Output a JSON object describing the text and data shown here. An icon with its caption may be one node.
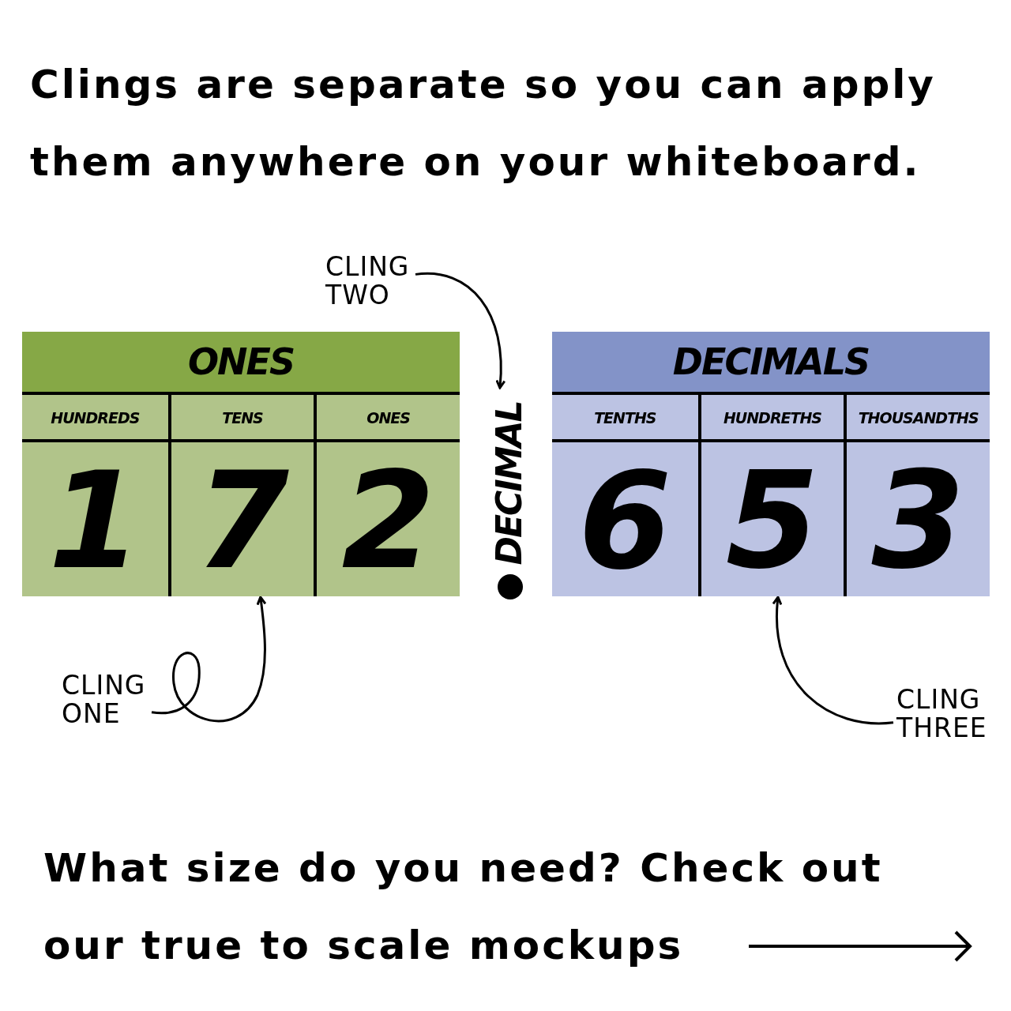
{
  "diagram": {
    "title": "Clings are separate so you can apply them anywhere on your whiteboard.",
    "caption": "What size do you need? Check out our true to scale mockups",
    "nodes": [
      {
        "text": [
          "ONES"
        ]
      },
      {
        "text": [
          "HUNDREDS",
          "1"
        ],
        "in": 0
      },
      {
        "text": [
          "TENS",
          "7"
        ],
        "in": 0
      },
      {
        "text": [
          "ONES",
          "2"
        ],
        "in": 0
      },
      {
        "text": [
          "DECIMAL"
        ]
      },
      {
        "text": [
          "DECIMALS"
        ]
      },
      {
        "text": [
          "TENTHS",
          "6"
        ],
        "in": 5
      },
      {
        "text": [
          "HUNDRETHS",
          "5"
        ],
        "in": 5
      },
      {
        "text": [
          "THOUSANDTHS",
          "3"
        ],
        "in": 5
      },
      {
        "text": [
          "CLING ONE"
        ]
      },
      {
        "text": [
          "CLING TWO"
        ]
      },
      {
        "text": [
          "CLING THREE"
        ]
      }
    ],
    "edges": [
      {
        "from": 9,
        "to": 0,
        "arrow": "to"
      },
      {
        "from": 10,
        "to": 4,
        "arrow": "to"
      },
      {
        "from": 11,
        "to": 5,
        "arrow": "to"
      }
    ]
  }
}
